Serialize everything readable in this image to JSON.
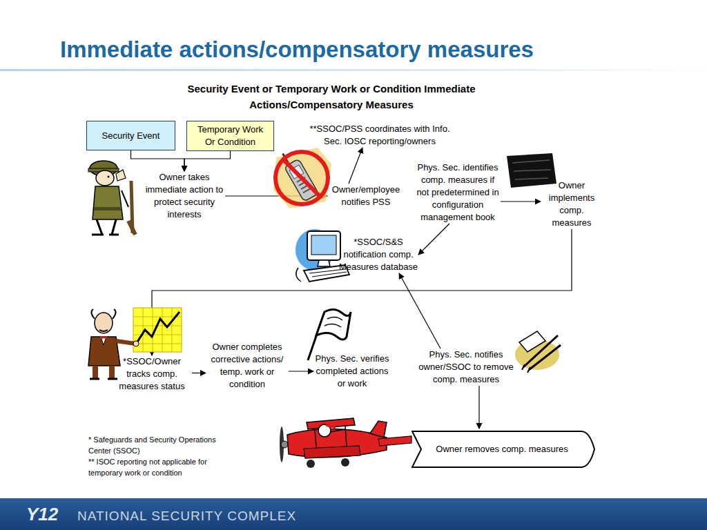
{
  "diagram": {
    "title": "Immediate actions/compensatory measures",
    "nodes": [
      {
        "text": [
          "Security Event"
        ]
      },
      {
        "text": [
          "Temporary Work Or Condition"
        ]
      },
      {
        "text": [
          "Owner takes immediate action to protect security interests"
        ]
      },
      {
        "text": [
          "**SSOC/PSS coordinates with Info. Sec. IOSC reporting/owners"
        ]
      },
      {
        "text": [
          "Owner/employee notifies PSS"
        ]
      },
      {
        "text": [
          "Phys. Sec. identifies comp. measures if not predetermined in configuration management book"
        ]
      },
      {
        "text": [
          "Owner implements comp. measures"
        ]
      },
      {
        "text": [
          "*SSOC/S&S notification comp. Measures database"
        ]
      },
      {
        "text": [
          "*SSOC/Owner tracks comp. measures status"
        ]
      },
      {
        "text": [
          "Owner completes corrective actions/ temp. work or condition"
        ]
      },
      {
        "text": [
          "Phys. Sec. verifies completed actions or work"
        ]
      },
      {
        "text": [
          "Phys. Sec. notifies owner/SSOC to remove comp. measures"
        ]
      },
      {
        "text": [
          "Owner removes comp. measures"
        ]
      }
    ],
    "edges": [
      {
        "from": 0,
        "to": 2,
        "arrow": "to"
      },
      {
        "from": 1,
        "to": 2,
        "arrow": "to"
      },
      {
        "from": 2,
        "to": 4,
        "arrow": "to"
      },
      {
        "from": 4,
        "to": 3,
        "arrow": "to"
      },
      {
        "from": 5,
        "to": 6,
        "arrow": "to"
      },
      {
        "from": 5,
        "to": 7,
        "arrow": "to"
      },
      {
        "from": 6,
        "to": 8,
        "arrow": "to"
      },
      {
        "from": 8,
        "to": 9,
        "arrow": "to"
      },
      {
        "from": 9,
        "to": 10,
        "arrow": "to"
      },
      {
        "from": 11,
        "to": 7,
        "arrow": "to"
      },
      {
        "from": 11,
        "to": 12,
        "arrow": "to"
      }
    ],
    "labels": [
      "Security Event or Temporary Work or Condition Immediate Actions/Compensatory Measures",
      "* Safeguards and Security Operations Center (SSOC)",
      "** ISOC reporting not applicable for temporary work or condition",
      "Y12",
      "NATIONAL SECURITY COMPLEX"
    ]
  }
}
